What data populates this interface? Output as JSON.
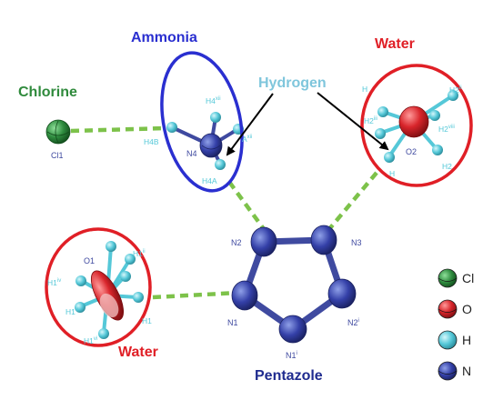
{
  "colors": {
    "chlorine": "#2e8b3e",
    "oxygen": "#d8252b",
    "hydrogen": "#55c8d8",
    "nitrogen": "#2e3a9a",
    "ammonia_label": "#2a2fd0",
    "hydrogen_label": "#7fc6dc",
    "water_label": "#e01f26",
    "chlorine_label": "#2f8a3c",
    "pentazole_label": "#1f2b8f",
    "bond_dashed": "#7dc24a",
    "bond_solid": "#3f4aa0"
  },
  "callouts": {
    "ammonia": "Ammonia",
    "water_top": "Water",
    "chlorine": "Chlorine",
    "hydrogen": "Hydrogen",
    "water_bottom": "Water",
    "pentazole": "Pentazole"
  },
  "atom_labels": {
    "cl1": "Cl1",
    "n4": "N4",
    "h4b": "H4B",
    "h4a_top": "H4",
    "h4a_top_sup": "xii",
    "h4_right": "A",
    "h4_right_sup": "xii",
    "h4a_bottom": "H4A",
    "o2": "O2",
    "h2_a": "H2",
    "h2_a_sup": "iii",
    "h2_b": "H2",
    "h2_b_sup": "viii",
    "h2_c": "H",
    "h2_d": "H2",
    "h2_d_sup": "ii",
    "h2_e": "H2",
    "h2_f": "H",
    "o1": "O1",
    "h1_a": "H1",
    "h1_a_sup": "iv",
    "h1_b": "H1",
    "h1_b_sup": "v",
    "h1_c": "H1",
    "h1_d": "H1",
    "h1_d_sup": "vi",
    "h1_e": "H1",
    "h1_e_sup": "ii",
    "n1": "N1",
    "n2": "N2",
    "n3": "N3",
    "n1i": "N1",
    "n1i_sup": "i",
    "n2i": "N2",
    "n2i_sup": "i"
  },
  "legend": [
    {
      "symbol": "Cl",
      "element": "chlorine",
      "color": "#2e8b3e"
    },
    {
      "symbol": "O",
      "element": "oxygen",
      "color": "#d8252b"
    },
    {
      "symbol": "H",
      "element": "hydrogen",
      "color": "#55c8d8"
    },
    {
      "symbol": "N",
      "element": "nitrogen",
      "color": "#2e3a9a"
    }
  ]
}
